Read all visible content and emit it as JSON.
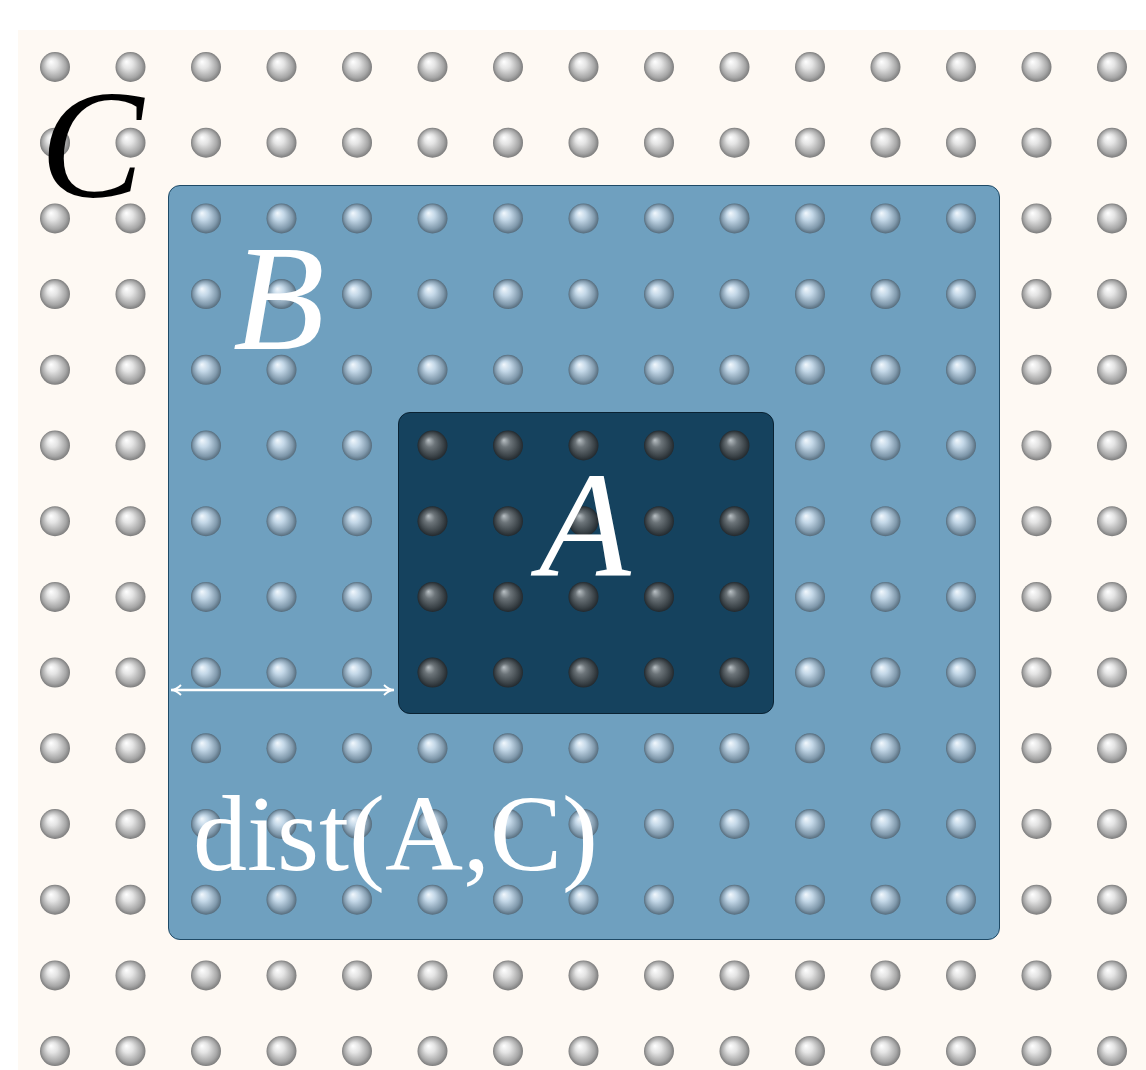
{
  "diagram": {
    "nodes": [
      {
        "text": [
          "C"
        ]
      },
      {
        "text": [
          "B"
        ],
        "in": 0
      },
      {
        "text": [
          "A"
        ],
        "in": 1
      }
    ],
    "labels": [
      "dist(A,C)"
    ]
  }
}
